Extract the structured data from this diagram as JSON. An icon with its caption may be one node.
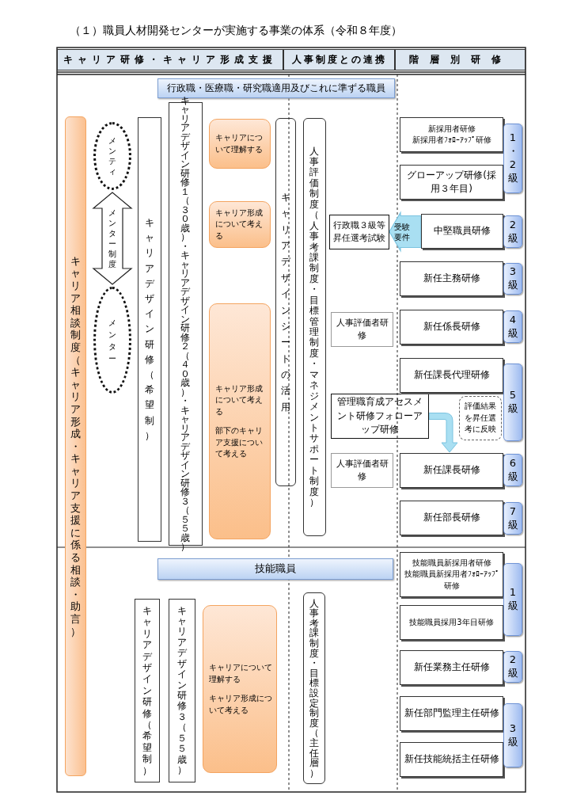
{
  "diagram": {
    "title": "（１）職員人材開発センターが実施する事業の体系（令和８年度）",
    "nodes": [
      {
        "text": [
          "キャリア研修・キャリア形成支援"
        ]
      },
      {
        "text": [
          "人事制度との連携"
        ]
      },
      {
        "text": [
          "階層別研修"
        ]
      },
      {
        "text": [
          "行政職・医療職・研究職適用及びこれに準ずる職員"
        ]
      },
      {
        "text": [
          "キャリア相談制度（キャリア形成・キャリア支援に係る相談・助言）"
        ]
      },
      {
        "text": [
          "メンティ"
        ]
      },
      {
        "text": [
          "メンター"
        ]
      },
      {
        "text": [
          "キャリアデザイン研修（希望制）"
        ]
      },
      {
        "text": [
          "キャリアデザイン研修１（３０歳）・キャリアデザイン研修２（４０歳）・キャリアデザイン研修３（５５歳）"
        ]
      },
      {
        "text": [
          "キャリアについて理解する"
        ]
      },
      {
        "text": [
          "キャリア形成について考える"
        ]
      },
      {
        "text": [
          "キャリア形成について考える",
          "部下のキャリア支援について考える"
        ]
      },
      {
        "text": [
          "キャリアデザインシートの活用"
        ]
      },
      {
        "text": [
          "人事評価制度（人事考課制度・目標管理制度・マネジメントサポート制度）"
        ]
      },
      {
        "text": [
          "行政職３級等昇任選考試験"
        ]
      },
      {
        "text": [
          "人事評価者研修"
        ]
      },
      {
        "text": [
          "管理職育成アセスメント研修フォローアップ研修"
        ]
      },
      {
        "text": [
          "評価結果を昇任選考に反映"
        ]
      },
      {
        "text": [
          "人事評価者研修"
        ]
      },
      {
        "text": [
          "新採用者研修",
          "新採用者ﾌｫﾛｰｱｯﾌﾟ研修"
        ]
      },
      {
        "text": [
          "グローアップ研修(採用３年目)"
        ]
      },
      {
        "text": [
          "中堅職員研修"
        ]
      },
      {
        "text": [
          "新任主務研修"
        ]
      },
      {
        "text": [
          "新任係長研修"
        ]
      },
      {
        "text": [
          "新任課長代理研修"
        ]
      },
      {
        "text": [
          "新任課長研修"
        ]
      },
      {
        "text": [
          "新任部長研修"
        ]
      },
      {
        "text": [
          "1・2級"
        ]
      },
      {
        "text": [
          "2級"
        ]
      },
      {
        "text": [
          "3級"
        ]
      },
      {
        "text": [
          "4級"
        ]
      },
      {
        "text": [
          "5級"
        ]
      },
      {
        "text": [
          "6級"
        ]
      },
      {
        "text": [
          "7級"
        ]
      },
      {
        "text": [
          "技能職員"
        ]
      },
      {
        "text": [
          "キャリアデザイン研修（希望制）"
        ]
      },
      {
        "text": [
          "キャリアデザイン研修３（５５歳）"
        ]
      },
      {
        "text": [
          "キャリアについて理解する",
          "キャリア形成について考える"
        ]
      },
      {
        "text": [
          "人事考課制度・目標設定制度（主任層）"
        ]
      },
      {
        "text": [
          "技能職員新採用者研修",
          "技能職員新採用者ﾌｫﾛｰｱｯﾌﾟ研修"
        ]
      },
      {
        "text": [
          "技能職員採用3年目研修"
        ]
      },
      {
        "text": [
          "新任業務主任研修"
        ]
      },
      {
        "text": [
          "新任部門監理主任研修"
        ]
      },
      {
        "text": [
          "新任技能統括主任研修"
        ]
      },
      {
        "text": [
          "1級"
        ]
      },
      {
        "text": [
          "2級"
        ]
      },
      {
        "text": [
          "3級"
        ]
      }
    ],
    "edges": [
      {
        "from": 5,
        "to": 6,
        "arrow": "both",
        "label": "メンター制度",
        "style": "thick"
      },
      {
        "from": 21,
        "to": 14,
        "arrow": "to",
        "label": "受験要件",
        "style": "thick",
        "color": "#a9dff2"
      },
      {
        "from": 16,
        "to": 25,
        "arrow": "to",
        "style": "thick",
        "color": "#a9dff2"
      }
    ]
  }
}
